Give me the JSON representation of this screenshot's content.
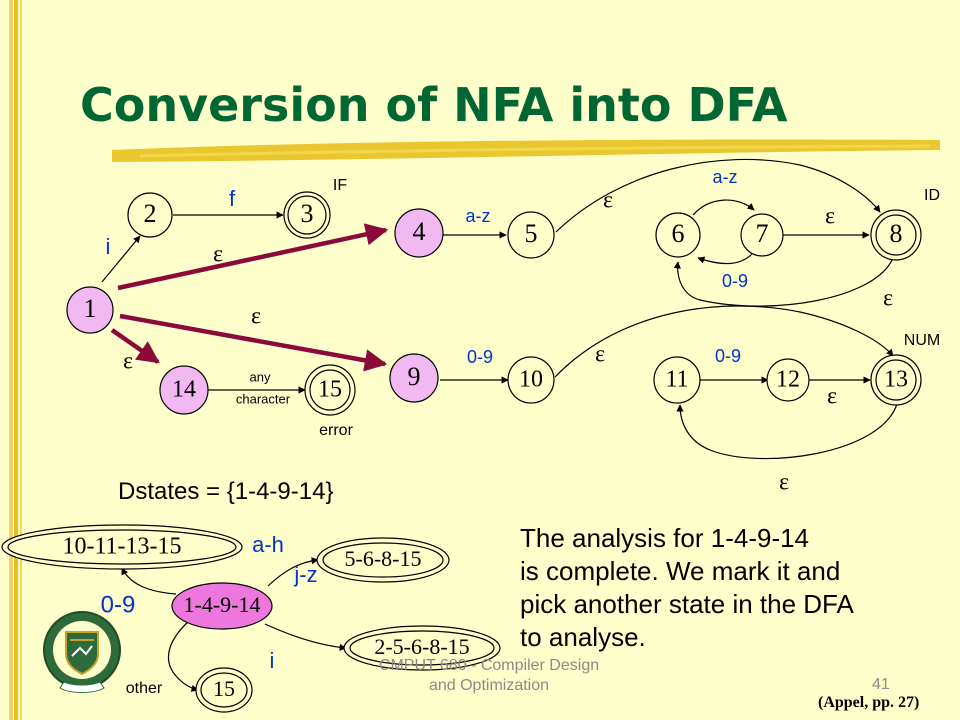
{
  "title": "Conversion of NFA into DFA",
  "nfa": {
    "states": [
      "1",
      "2",
      "3",
      "4",
      "5",
      "6",
      "7",
      "8",
      "9",
      "10",
      "11",
      "12",
      "13",
      "14",
      "15"
    ],
    "edge_labels": {
      "i": "i",
      "f": "f",
      "eps": "ε",
      "a_z_4_5": "a-z",
      "a_z_6_7": "a-z",
      "d_0_9_7_6": "0-9",
      "d_0_9_9_10": "0-9",
      "d_0_9_11_12": "0-9",
      "any_line1": "any",
      "any_line2": "character"
    },
    "accept_labels": {
      "if": "IF",
      "id": "ID",
      "num": "NUM",
      "error": "error"
    }
  },
  "dfa": {
    "dstates": "Dstates = {1-4-9-14}",
    "states": {
      "start": "1-4-9-14",
      "s10": "10-11-13-15",
      "s5": "5-6-8-15",
      "s2": "2-5-6-8-15",
      "s15": "15"
    },
    "edge_labels": {
      "a_h": "a-h",
      "j_z": "j-z",
      "d_0_9": "0-9",
      "i": "i",
      "other": "other"
    }
  },
  "analysis_lines": [
    "The analysis for 1-4-9-14",
    "is complete. We mark it and",
    "pick another state in the DFA",
    "to analyse."
  ],
  "footer": {
    "line1": "CMPUT 680 - Compiler Design",
    "line2": "and Optimization"
  },
  "page_number": "41",
  "citation": "(Appel, pp. 27)",
  "logo": {
    "text_top": "UNIVERSITY OF ALBERTA",
    "text_bottom": "QUAECUMQUE VERA"
  },
  "colors": {
    "background": "#FFFFCC",
    "title": "#006633",
    "state_fill": "#F2B8F2",
    "start_fill": "#EE77DD",
    "arrow": "#8B0A3A",
    "underline": "#E8C020",
    "label_blue": "#0033CC"
  }
}
